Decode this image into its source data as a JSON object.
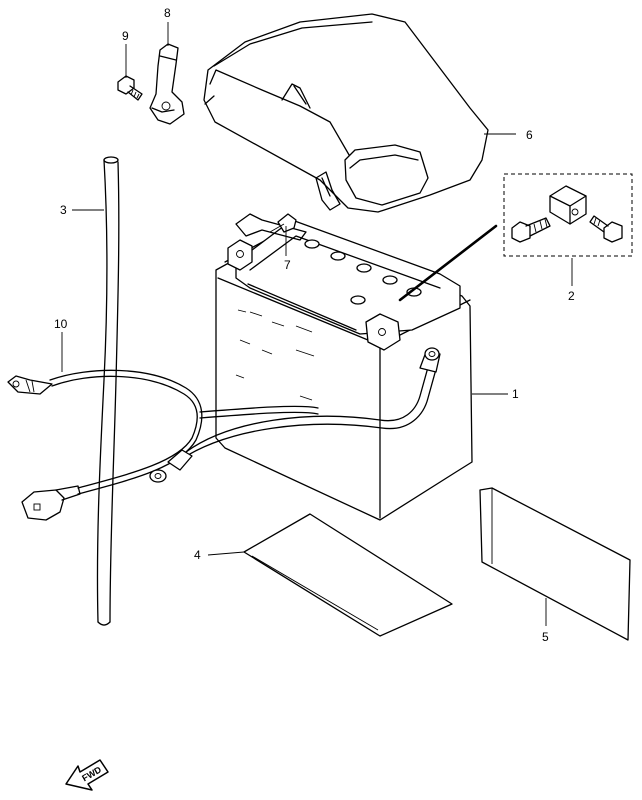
{
  "callouts": {
    "c1": "1",
    "c2": "2",
    "c3": "3",
    "c4": "4",
    "c5": "5",
    "c6": "6",
    "c7": "7",
    "c8": "8",
    "c9": "9",
    "c10": "10"
  },
  "fwd_label": "FWD",
  "colors": {
    "line": "#000000",
    "background": "#ffffff"
  }
}
